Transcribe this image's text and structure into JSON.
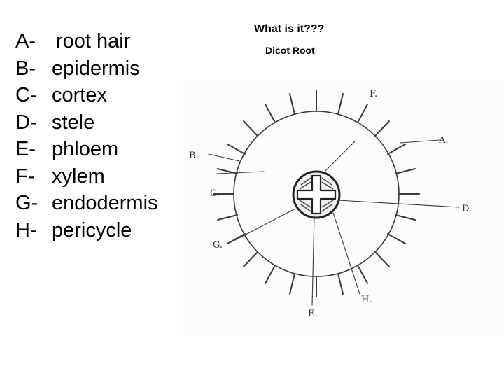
{
  "key": [
    {
      "letter": "A-",
      "term": "root hair"
    },
    {
      "letter": "B-",
      "term": "epidermis"
    },
    {
      "letter": "C-",
      "term": "cortex"
    },
    {
      "letter": "D-",
      "term": "stele"
    },
    {
      "letter": "E-",
      "term": "phloem"
    },
    {
      "letter": "F-",
      "term": "xylem"
    },
    {
      "letter": "G-",
      "term": "endodermis"
    },
    {
      "letter": "H-",
      "term": "pericycle"
    }
  ],
  "question": "What is it???",
  "answer": "Dicot Root",
  "diagram": {
    "labels": {
      "A": "A.",
      "B": "B.",
      "C": "C.",
      "D": "D.",
      "E": "E.",
      "F": "F.",
      "G": "G.",
      "H": "H."
    }
  }
}
